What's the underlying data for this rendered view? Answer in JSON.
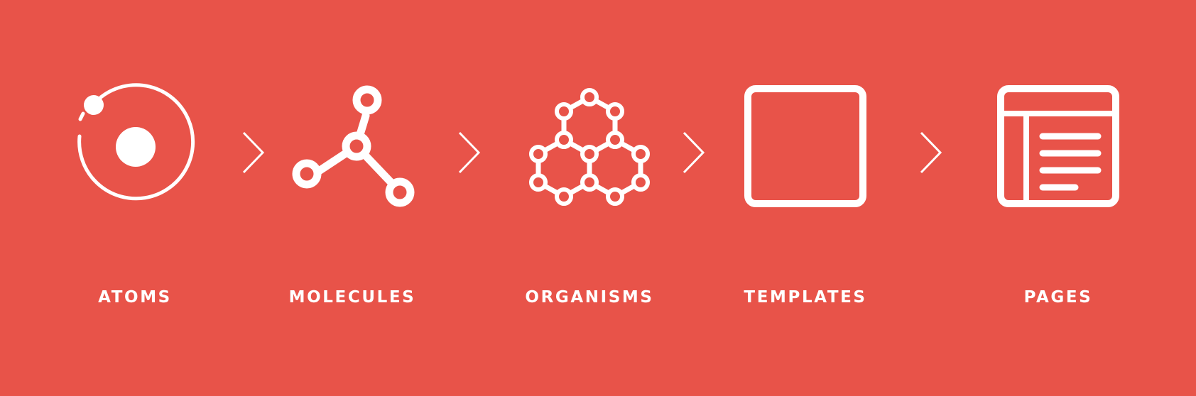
{
  "diagram": {
    "steps": [
      {
        "label": "ATOMS",
        "icon": "atom-icon"
      },
      {
        "label": "MOLECULES",
        "icon": "molecule-icon"
      },
      {
        "label": "ORGANISMS",
        "icon": "organism-icon"
      },
      {
        "label": "TEMPLATES",
        "icon": "template-icon"
      },
      {
        "label": "PAGES",
        "icon": "page-icon"
      }
    ],
    "connector_icon": "chevron-right-icon"
  },
  "colors": {
    "background": "#e85349",
    "foreground": "#ffffff"
  }
}
